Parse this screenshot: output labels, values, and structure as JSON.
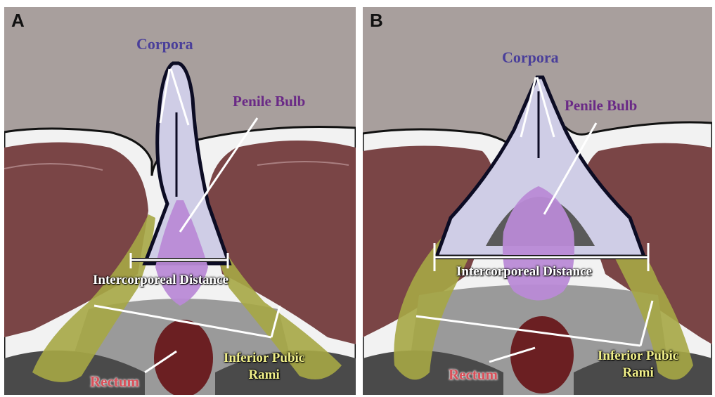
{
  "panels": [
    {
      "letter": "A",
      "labels": {
        "corpora": "Corpora",
        "penile_bulb": "Penile Bulb",
        "intercorporeal_distance": "Intercorporeal Distance",
        "inferior_pubic_rami_line1": "Inferior Pubic",
        "inferior_pubic_rami_line2": "Rami",
        "rectum": "Rectum"
      }
    },
    {
      "letter": "B",
      "labels": {
        "corpora": "Corpora",
        "penile_bulb": "Penile Bulb",
        "intercorporeal_distance": "Intercorporeal Distance",
        "inferior_pubic_rami_line1": "Inferior Pubic",
        "inferior_pubic_rami_line2": "Rami",
        "rectum": "Rectum"
      }
    }
  ],
  "colors": {
    "background_gray": "#a89f9d",
    "muscle": "#7a3f40",
    "corpora_fill": "#cfcde6",
    "bulb_fill": "#b98ad6",
    "pubic_rami_fill": "#a7a845",
    "rectum_fill": "#6b1f22",
    "corpora_text": "#4a3f9a",
    "bulb_text": "#6a2a86",
    "rami_text": "#f1f08a",
    "rectum_text": "#d9505a"
  }
}
